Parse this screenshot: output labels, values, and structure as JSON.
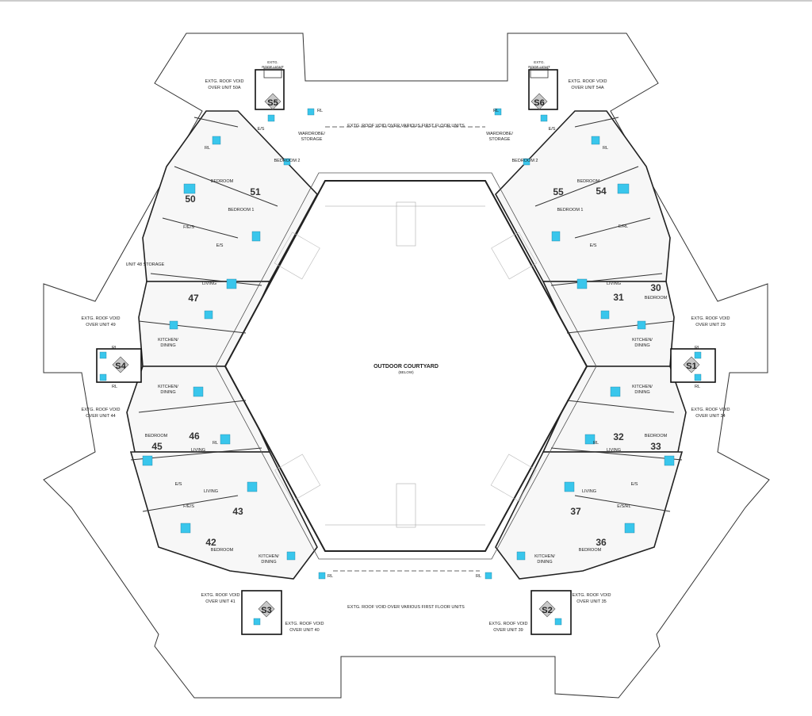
{
  "courtyard": {
    "title": "OUTDOOR COURTYARD",
    "sub": "(BELOW)"
  },
  "voids": {
    "top": "EXTG. ROOF VOID OVER VARIOUS FIRST FLOOR UNITS",
    "bottom": "EXTG. ROOF VOID OVER VARIOUS FIRST FLOOR UNITS",
    "u50a": [
      "EXTG. ROOF VOID",
      "OVER UNIT 50A"
    ],
    "u54a": [
      "EXTG. ROOF VOID",
      "OVER UNIT 54A"
    ],
    "u49": [
      "EXTG. ROOF VOID",
      "OVER UNIT 49"
    ],
    "u44": [
      "EXTG. ROOF VOID",
      "OVER UNIT 44"
    ],
    "u29": [
      "EXTG. ROOF VOID",
      "OVER UNIT 29"
    ],
    "u34": [
      "EXTG. ROOF VOID",
      "OVER UNIT 34"
    ],
    "u41": [
      "EXTG. ROOF VOID",
      "OVER UNIT 41"
    ],
    "u40": [
      "EXTG. ROOF VOID",
      "OVER UNIT 40"
    ],
    "u39": [
      "EXTG. ROOF VOID",
      "OVER UNIT 39"
    ],
    "u35": [
      "EXTG. ROOF VOID",
      "OVER UNIT 35"
    ]
  },
  "roof_light": [
    "EXTG.",
    "ROOF LIGHT"
  ],
  "storage48": "UNIT 48 STORAGE",
  "wardrobe": [
    "WARDROBE/",
    "STORAGE"
  ],
  "stairs": [
    "S1",
    "S2",
    "S3",
    "S4",
    "S5",
    "S6"
  ],
  "units": [
    "50",
    "51",
    "47",
    "46",
    "45",
    "43",
    "42",
    "55",
    "54",
    "30",
    "31",
    "32",
    "33",
    "37",
    "36"
  ],
  "rooms": {
    "bedroom": "BEDROOM",
    "bedroom1": "BEDROOM 1",
    "bedroom2": "BEDROOM 2",
    "living": "LIVING",
    "kitchen": [
      "KITCHEN/",
      "DINING"
    ],
    "es": "E/S",
    "fes": "F/E/S",
    "esrl": "E/S/RL",
    "es_rl": "E/RL",
    "rl": "RL"
  }
}
